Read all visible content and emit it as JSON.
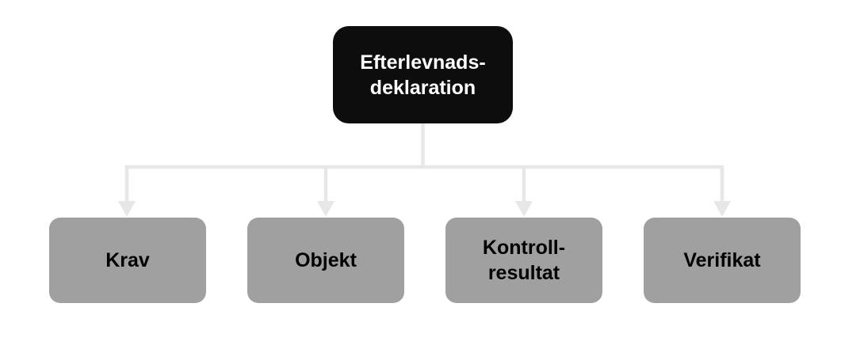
{
  "diagram": {
    "type": "hierarchy",
    "root": {
      "label": "Efterlevnads-\ndeklaration"
    },
    "children": [
      {
        "label": "Krav"
      },
      {
        "label": "Objekt"
      },
      {
        "label": "Kontroll-\nresultat"
      },
      {
        "label": "Verifikat"
      }
    ]
  },
  "colors": {
    "root-fill": "#0d0d0d",
    "root-text": "#ffffff",
    "child-fill": "#a0a0a0",
    "child-text": "#000000",
    "connector": "#e7e7e7",
    "background": "#ffffff"
  }
}
